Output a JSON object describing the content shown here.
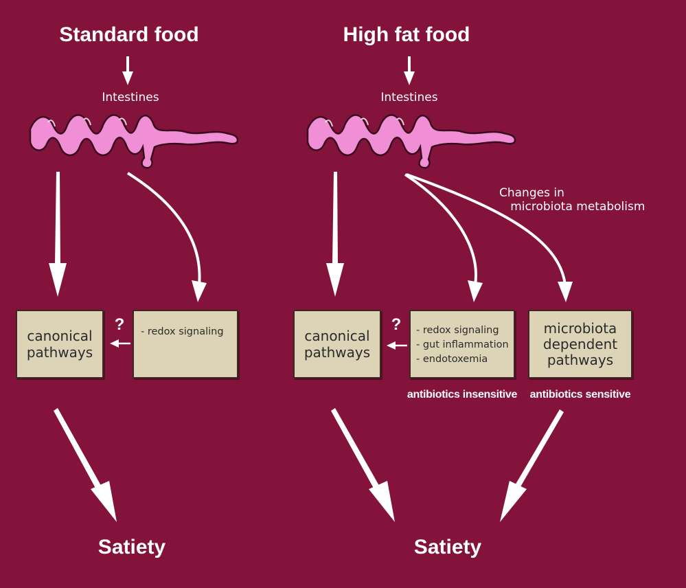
{
  "left_panel": {
    "heading": "Standard food",
    "intestines_label": "Intestines",
    "canonical_box": "canonical\npathways",
    "signaling_box": [
      "redox signaling"
    ],
    "question_mark": "?",
    "satiety": "Satiety"
  },
  "right_panel": {
    "heading": "High fat food",
    "intestines_label": "Intestines",
    "microbiota_note": "Changes in\n   microbiota metabolism",
    "canonical_box": "canonical\npathways",
    "signaling_box": [
      "redox signaling",
      "gut inflammation",
      "endotoxemia"
    ],
    "microbiota_box": "microbiota\ndependent\npathways",
    "question_mark": "?",
    "insensitive_label": "antibiotics insensitive",
    "sensitive_label": "antibiotics sensitive",
    "satiety": "Satiety"
  },
  "colors": {
    "background": "#84133b",
    "box_fill": "#ddd4b8",
    "intestine": "#f08fd6",
    "arrow": "#ffffff"
  },
  "icons": {
    "intestine": "intestine-illustration",
    "arrow": "arrow"
  }
}
